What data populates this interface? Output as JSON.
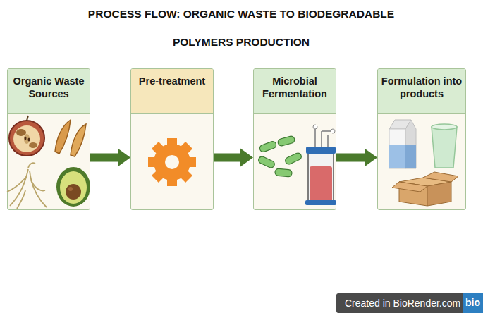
{
  "diagram": {
    "title": "PROCESS FLOW: ORGANIC WASTE TO BIODEGRADABLE POLYMERS PRODUCTION",
    "nodes": [
      {
        "text": [
          "Organic Waste Sources"
        ]
      },
      {
        "text": [
          "Pre-treatment"
        ]
      },
      {
        "text": [
          "Microbial Fermentation"
        ]
      },
      {
        "text": [
          "Formulation into products"
        ]
      }
    ],
    "edges": [
      {
        "from": 0,
        "to": 1,
        "arrow": "to"
      },
      {
        "from": 1,
        "to": 2,
        "arrow": "to"
      },
      {
        "from": 2,
        "to": 3,
        "arrow": "to"
      }
    ],
    "labels": [
      "Created in BioRender.com",
      "bio"
    ]
  }
}
